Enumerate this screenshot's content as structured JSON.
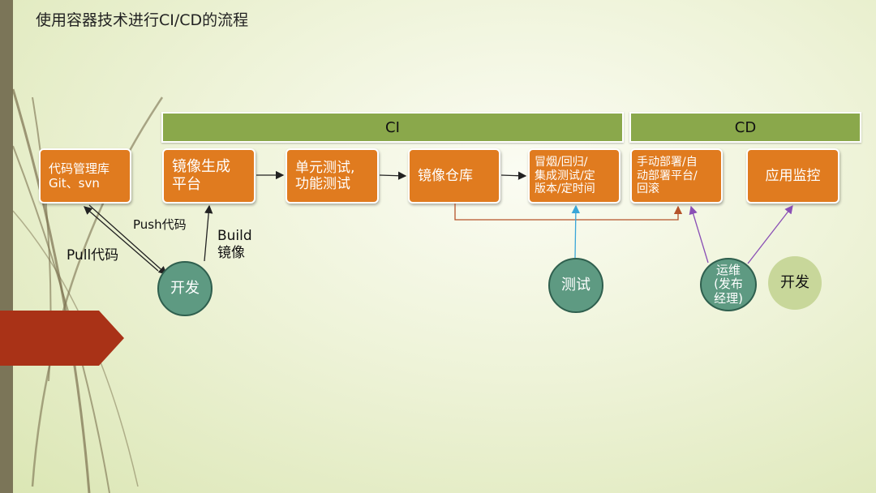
{
  "title": "使用容器技术进行CI/CD的流程",
  "bands": {
    "ci": "CI",
    "cd": "CD"
  },
  "boxes": {
    "code_repo": "代码管理库\nGit、svn",
    "image_build": "镜像生成\n平台",
    "unit_test": "单元测试,\n功能测试",
    "image_registry": "镜像仓库",
    "smoke_test": "冒烟/回归/\n集成测试/定\n版本/定时间",
    "deploy": "手动部署/自\n动部署平台/\n回滚",
    "monitor": "应用监控"
  },
  "circles": {
    "dev_main": "开发",
    "tester": "测试",
    "ops": "运维\n(发布\n经理)",
    "dev_cd": "开发"
  },
  "edge_labels": {
    "push": "Push代码",
    "pull": "Pull代码",
    "build": "Build\n镜像"
  },
  "colors": {
    "process_box": "#e07b1f",
    "band": "#8aa84b",
    "circle_green": "#5e9a82",
    "circle_light": "#c8d79a",
    "arrow_red": "#b5532a",
    "arrow_blue": "#3aa6d8",
    "arrow_purple": "#8a4fb5",
    "left_arrow": "#a93217"
  }
}
